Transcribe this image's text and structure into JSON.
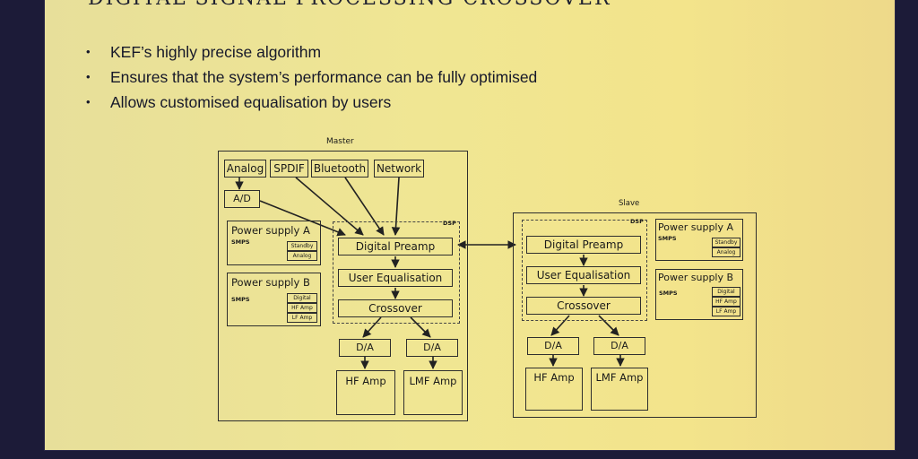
{
  "slide": {
    "title": "DIGITAL SIGNAL PROCESSING CROSSOVER",
    "bullets": [
      "KEF’s highly precise algorithm",
      "Ensures that the system’s performance can be fully optimised",
      "Allows customised equalisation by users"
    ],
    "bullet_symbol": "•"
  },
  "diagram": {
    "master": {
      "label": "Master",
      "inputs": [
        "Analog",
        "SPDIF",
        "Bluetooth",
        "Network"
      ],
      "ad": "A/D",
      "dsp_tag": "DSP",
      "psu_a": {
        "title": "Power supply A",
        "smps": "SMPS",
        "rails": [
          "Standby",
          "Analog"
        ]
      },
      "psu_b": {
        "title": "Power supply B",
        "smps": "SMPS",
        "rails": [
          "Digital",
          "HF Amp",
          "LF Amp"
        ]
      },
      "digital_preamp": "Digital Preamp",
      "user_eq": "User Equalisation",
      "crossover": "Crossover",
      "da": [
        "D/A",
        "D/A"
      ],
      "amps": [
        "HF Amp",
        "LMF Amp"
      ]
    },
    "slave": {
      "label": "Slave",
      "dsp_tag": "DSP",
      "psu_a": {
        "title": "Power supply A",
        "smps": "SMPS",
        "rails": [
          "Standby",
          "Analog"
        ]
      },
      "psu_b": {
        "title": "Power supply B",
        "smps": "SMPS",
        "rails": [
          "Digital",
          "HF Amp",
          "LF Amp"
        ]
      },
      "digital_preamp": "Digital Preamp",
      "user_eq": "User Equalisation",
      "crossover": "Crossover",
      "da": [
        "D/A",
        "D/A"
      ],
      "amps": [
        "HF Amp",
        "LMF Amp"
      ]
    }
  }
}
